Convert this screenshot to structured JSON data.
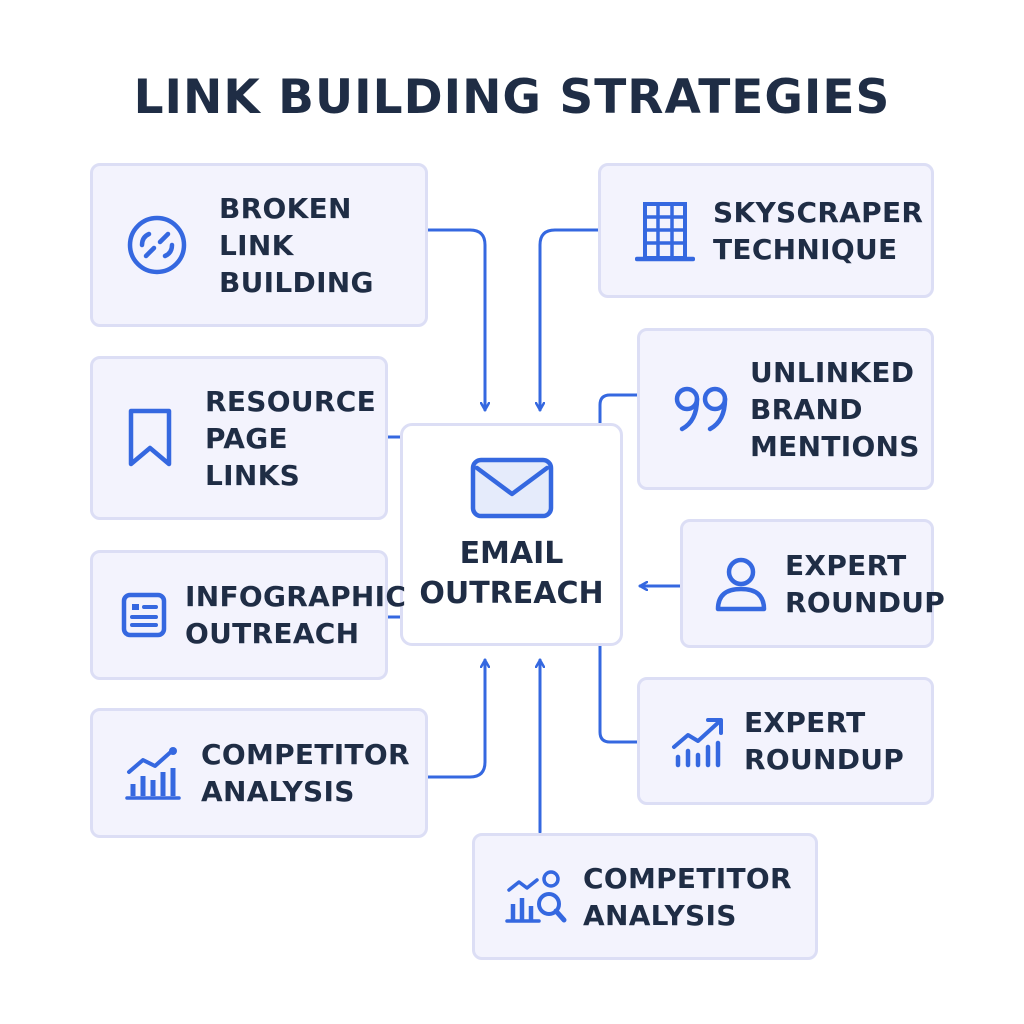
{
  "title": "LINK BUILDING STRATEGIES",
  "center": {
    "label": "EMAIL\nOUTREACH",
    "icon": "envelope-icon"
  },
  "nodes": [
    {
      "id": "broken-link-building",
      "label": "BROKEN\nLINK\nBUILDING",
      "icon": "broken-link-icon"
    },
    {
      "id": "skyscraper-technique",
      "label": "SKYSCRAPER\nTECHNIQUE",
      "icon": "building-icon"
    },
    {
      "id": "resource-page-links",
      "label": "RESOURCE\nPAGE\nLINKS",
      "icon": "bookmark-icon"
    },
    {
      "id": "unlinked-brand-mentions",
      "label": "UNLINKED\nBRAND\nMENTIONS",
      "icon": "quote-icon"
    },
    {
      "id": "infographic-outreach",
      "label": "INFOGRAPHIC\nOUTREACH",
      "icon": "infographic-icon"
    },
    {
      "id": "expert-roundup-1",
      "label": "EXPERT\nROUNDUP",
      "icon": "person-icon"
    },
    {
      "id": "competitor-analysis-1",
      "label": "COMPETITOR\nANALYSIS",
      "icon": "growth-chart-icon"
    },
    {
      "id": "expert-roundup-2",
      "label": "EXPERT\nROUNDUP",
      "icon": "trend-chart-icon"
    },
    {
      "id": "competitor-analysis-2",
      "label": "COMPETITOR\nANALYSIS",
      "icon": "analysis-search-icon"
    }
  ],
  "colors": {
    "accent": "#3568e0",
    "node_bg": "#f3f3fd",
    "node_border": "#dcdef5",
    "text": "#1f2d45"
  }
}
